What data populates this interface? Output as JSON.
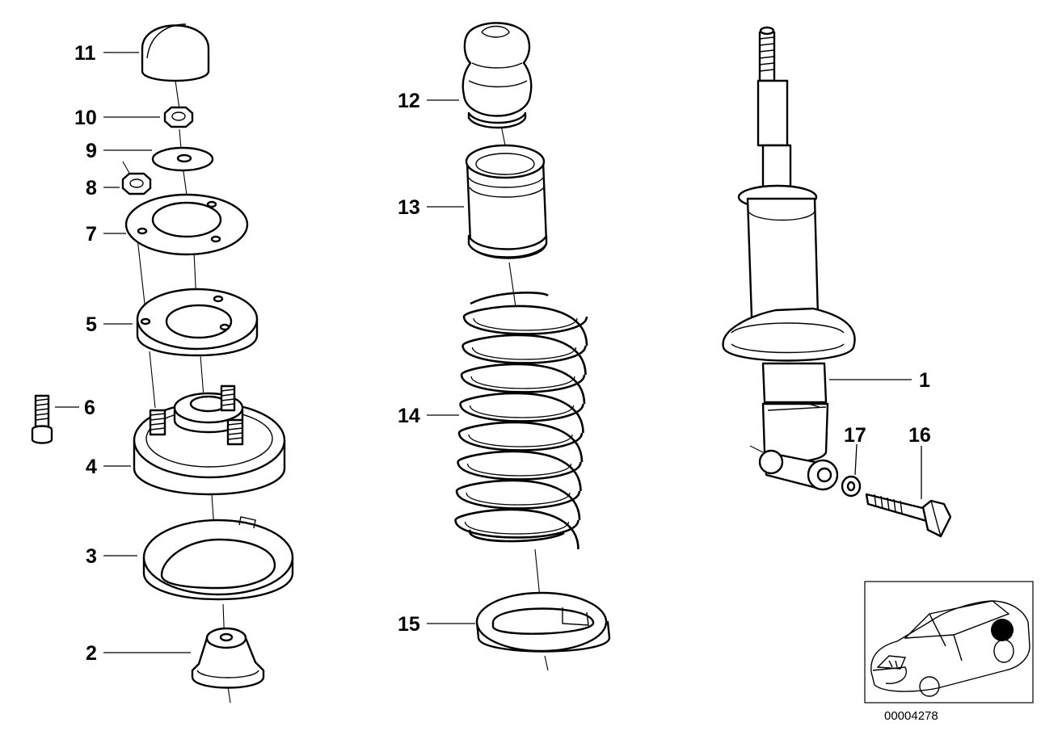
{
  "diagram": {
    "callouts": [
      {
        "id": "p1",
        "text": "1"
      },
      {
        "id": "p2",
        "text": "2"
      },
      {
        "id": "p3",
        "text": "3"
      },
      {
        "id": "p4",
        "text": "4"
      },
      {
        "id": "p5",
        "text": "5"
      },
      {
        "id": "p6",
        "text": "6"
      },
      {
        "id": "p7",
        "text": "7"
      },
      {
        "id": "p8",
        "text": "8"
      },
      {
        "id": "p9",
        "text": "9"
      },
      {
        "id": "p10",
        "text": "10"
      },
      {
        "id": "p11",
        "text": "11"
      },
      {
        "id": "p12",
        "text": "12"
      },
      {
        "id": "p13",
        "text": "13"
      },
      {
        "id": "p14",
        "text": "14"
      },
      {
        "id": "p15",
        "text": "15"
      },
      {
        "id": "p16",
        "text": "16"
      },
      {
        "id": "p17",
        "text": "17"
      }
    ],
    "document_number": "00004278",
    "location_marker_color": "#000000"
  }
}
